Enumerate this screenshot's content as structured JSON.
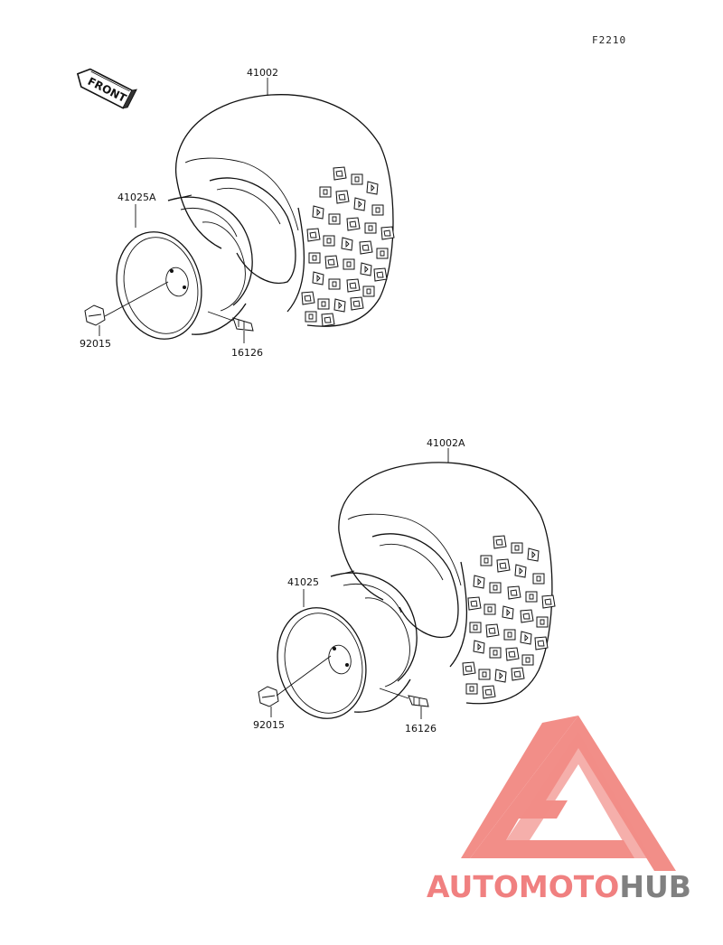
{
  "figure_code": "F2210",
  "front_arrow": {
    "label": "FRONT",
    "icon": "front-direction-arrow-icon"
  },
  "assemblies": [
    {
      "id": "front",
      "tire": "41002",
      "rim": "41025A",
      "nut": "92015",
      "valve": "16126"
    },
    {
      "id": "rear",
      "tire": "41002A",
      "rim": "41025",
      "nut": "92015",
      "valve": "16126"
    }
  ],
  "watermark": {
    "part1": "AUTOMOTO",
    "part2": "HUB",
    "colors": {
      "triangle": "#f07b74",
      "auto_a": "#f6b44a",
      "moto": "#ee6b6b",
      "hub": "#6b6b6b"
    }
  }
}
